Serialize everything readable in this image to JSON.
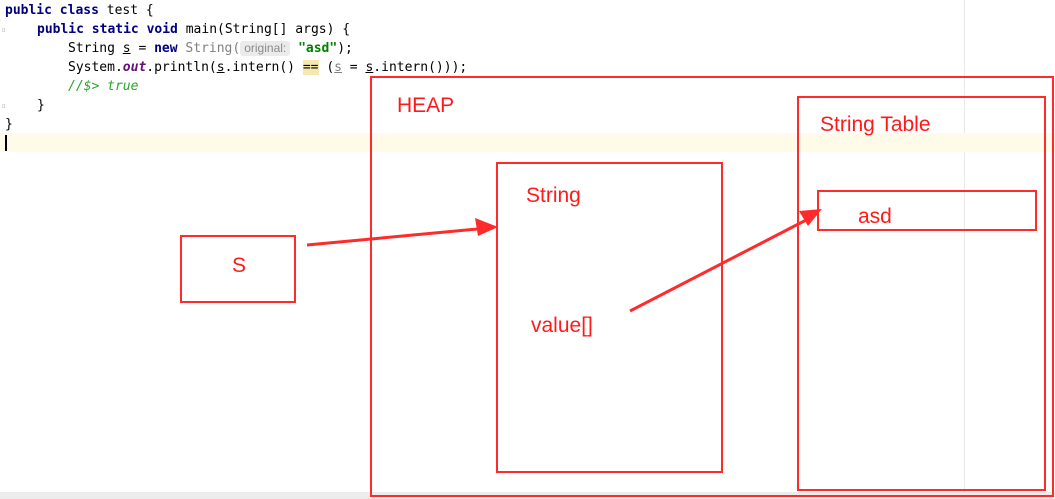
{
  "code": {
    "line1": {
      "kw": "public class",
      "rest": " test {"
    },
    "line2": {
      "kw": "public static void",
      "rest": " main(String[] args) {"
    },
    "line3": {
      "prefix": "String ",
      "var": "s",
      "mid": " = ",
      "kw": "new",
      "faded": " String(",
      "hint": "original:",
      "str": "\"asd\"",
      "end": ");"
    },
    "line4": {
      "prefix": "System.",
      "out": "out",
      "mid": ".println(",
      "var1": "s",
      "call1": ".intern() ",
      "eq": "==",
      "paren": " (",
      "var2": "s",
      "assign": " = ",
      "var3": "s",
      "call2": ".intern()));"
    },
    "line5": {
      "comment": "//$> true"
    },
    "line6": {
      "brace": "}"
    },
    "line7": {
      "brace": "}"
    }
  },
  "diagram": {
    "heap_label": "HEAP",
    "string_table_label": "String Table",
    "string_object_label": "String",
    "value_label": "value[]",
    "table_entry_label": "asd",
    "variable_label": "S",
    "stroke_color": "#ff2a2a"
  }
}
